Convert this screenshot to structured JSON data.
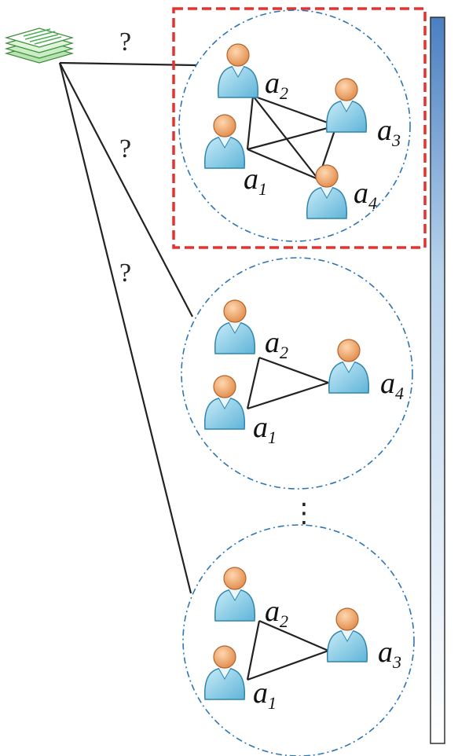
{
  "diagram": {
    "edge_label": "?",
    "ellipsis": "⋮",
    "document_icon": "document-stack-icon",
    "colors": {
      "circle": "#2e75b6",
      "highlight": "#e8312c",
      "edge": "#222222",
      "person_head": "#f3a96b",
      "person_body": "#8fd0e8",
      "document": "#4caf50",
      "gradient_top": "#4a7fc1",
      "gradient_bottom": "#ffffff"
    },
    "groups": [
      {
        "highlighted": true,
        "members": [
          {
            "letter": "a",
            "index": "2"
          },
          {
            "letter": "a",
            "index": "3"
          },
          {
            "letter": "a",
            "index": "1"
          },
          {
            "letter": "a",
            "index": "4"
          }
        ]
      },
      {
        "highlighted": false,
        "members": [
          {
            "letter": "a",
            "index": "2"
          },
          {
            "letter": "a",
            "index": "4"
          },
          {
            "letter": "a",
            "index": "1"
          }
        ]
      },
      {
        "highlighted": false,
        "members": [
          {
            "letter": "a",
            "index": "2"
          },
          {
            "letter": "a",
            "index": "3"
          },
          {
            "letter": "a",
            "index": "1"
          }
        ]
      }
    ]
  }
}
